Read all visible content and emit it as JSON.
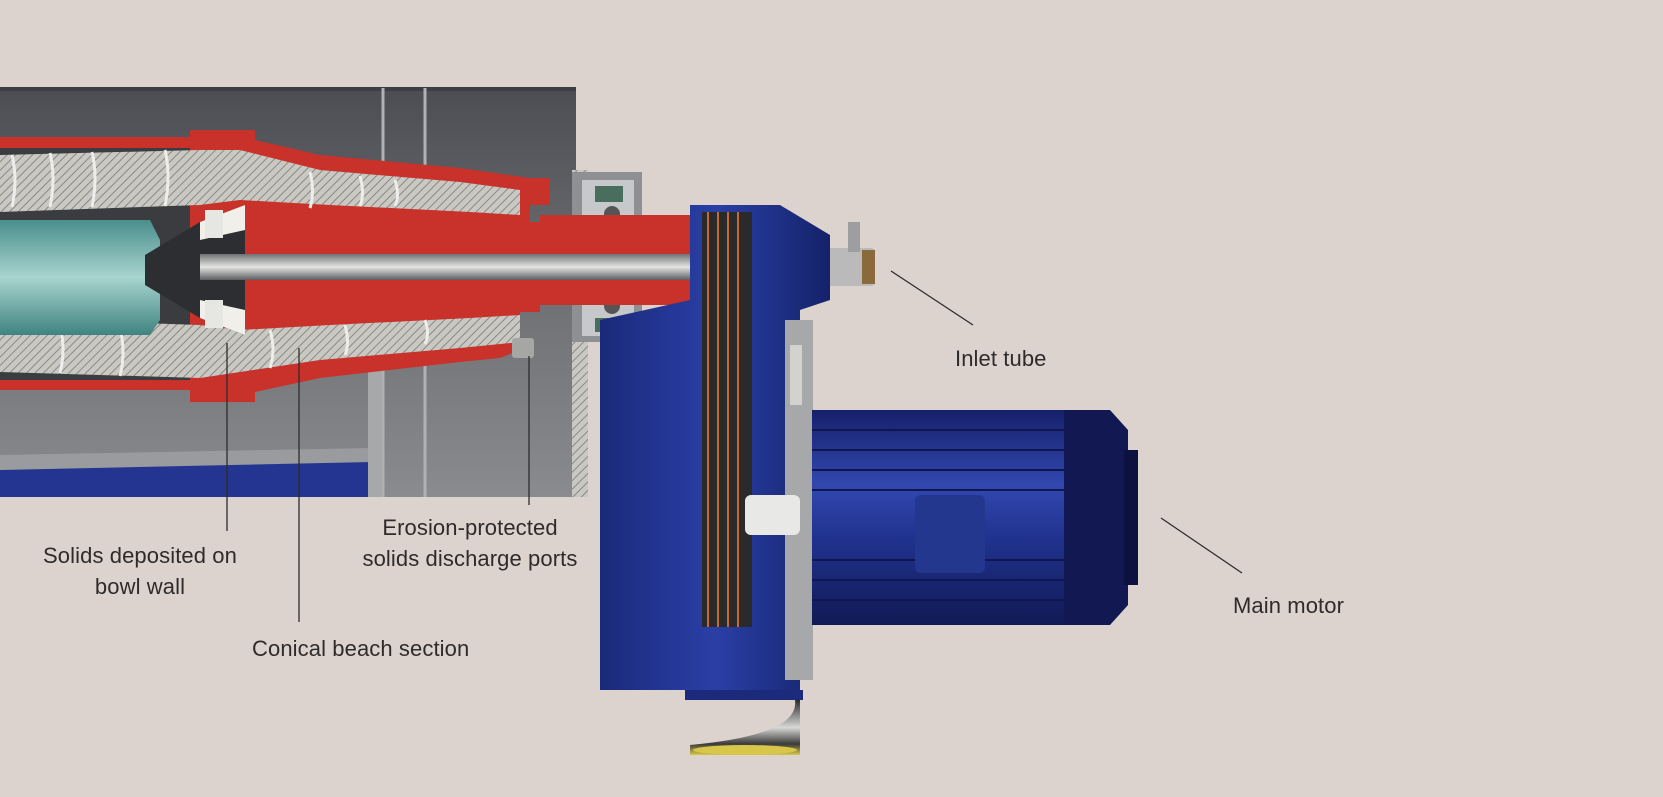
{
  "labels": {
    "inlet_tube": "Inlet tube",
    "main_motor": "Main motor",
    "solids_deposited": [
      "Solids deposited on",
      "bowl wall"
    ],
    "discharge_ports": [
      "Erosion-protected",
      "solids discharge ports"
    ],
    "conical_beach": "Conical beach section"
  },
  "colors": {
    "background": "#dcd3cf",
    "bowl_red": "#c8322a",
    "frame_blue": "#1d2f8c",
    "housing_grey": "#5d5f63",
    "hatch_grey": "#b9b8b4",
    "liquid_teal": "#7fb8b5"
  },
  "components": [
    "bowl",
    "scroll-conveyor",
    "housing",
    "main-bearing",
    "belt-pulley",
    "gearbox-frame",
    "inlet-tube",
    "main-motor",
    "vibration-damper"
  ]
}
